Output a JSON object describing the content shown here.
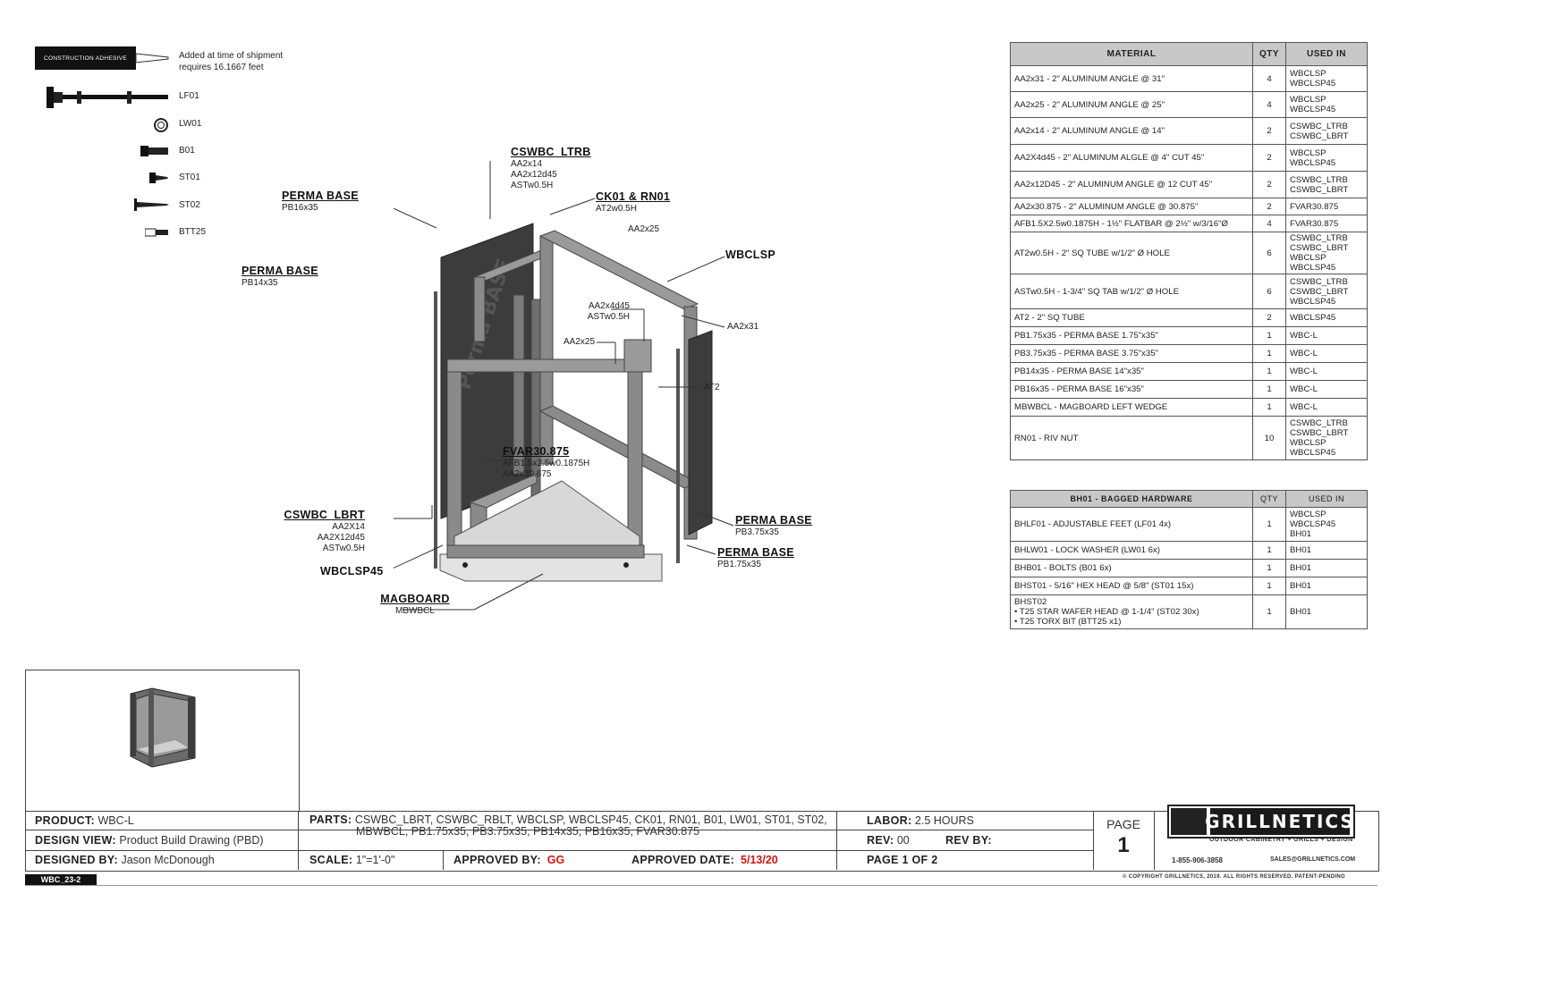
{
  "hardware_legend": {
    "adhesive_label": "CONSTRUCTION ADHESIVE",
    "adhesive_note_line1": "Added at time of shipment",
    "adhesive_note_line2": "requires 16.1667 feet",
    "items": [
      {
        "code": "LF01",
        "icon": "leveling-foot-icon"
      },
      {
        "code": "LW01",
        "icon": "lock-washer-icon"
      },
      {
        "code": "B01",
        "icon": "bolt-icon"
      },
      {
        "code": "ST01",
        "icon": "hex-screw-icon"
      },
      {
        "code": "ST02",
        "icon": "wafer-screw-icon"
      },
      {
        "code": "BTT25",
        "icon": "torx-bit-icon"
      }
    ]
  },
  "callouts": {
    "cswbc_ltrb": {
      "title": "CSWBC_LTRB",
      "subs": [
        "AA2x14",
        "AA2x12d45",
        "ASTw0.5H"
      ]
    },
    "ck01_rn01": {
      "title": "CK01 & RN01",
      "subs": [
        "AT2w0.5H"
      ]
    },
    "perma_base_16": {
      "title": "PERMA BASE",
      "subs": [
        "PB16x35"
      ]
    },
    "perma_base_14": {
      "title": "PERMA BASE",
      "subs": [
        "PB14x35"
      ]
    },
    "wbclsp": {
      "title": "WBCLSP"
    },
    "aa2x25_top": "AA2x25",
    "aa2x4d45": "AA2x4d45",
    "astw05h": "ASTw0.5H",
    "aa2x25_mid": "AA2x25",
    "aa2x31": "AA2x31",
    "at2": "AT2",
    "fvar": {
      "title": "FVAR30.875",
      "subs": [
        "AFB1.5x2.5w0.1875H",
        "AA2x30.875"
      ]
    },
    "cswbc_lbrt": {
      "title": "CSWBC_LBRT",
      "subs": [
        "AA2X14",
        "AA2X12d45",
        "ASTw0.5H"
      ]
    },
    "wbclsp45": {
      "title": "WBCLSP45"
    },
    "magboard": {
      "title": "MAGBOARD",
      "subs": [
        "MBWBCL"
      ]
    },
    "perma_base_375": {
      "title": "PERMA BASE",
      "subs": [
        "PB3.75x35"
      ]
    },
    "perma_base_175": {
      "title": "PERMA BASE",
      "subs": [
        "PB1.75x35"
      ]
    },
    "perma_panel_text": "Perma BASE"
  },
  "material_table": {
    "headers": [
      "MATERIAL",
      "QTY",
      "USED IN"
    ],
    "rows": [
      {
        "material": "AA2x31 - 2\" ALUMINUM ANGLE @ 31\"",
        "qty": "4",
        "used_in": [
          "WBCLSP",
          "WBCLSP45"
        ]
      },
      {
        "material": "AA2x25 - 2\" ALUMINUM ANGLE @ 25\"",
        "qty": "4",
        "used_in": [
          "WBCLSP",
          "WBCLSP45"
        ]
      },
      {
        "material": "AA2x14 - 2\" ALUMINUM ANGLE @ 14\"",
        "qty": "2",
        "used_in": [
          "CSWBC_LTRB",
          "CSWBC_LBRT"
        ]
      },
      {
        "material": "AA2X4d45 - 2\" ALUMINUM ALGLE @ 4\" CUT 45\"",
        "qty": "2",
        "used_in": [
          "WBCLSP",
          "WBCLSP45"
        ]
      },
      {
        "material": "AA2x12D45 - 2\" ALUMINUM ANGLE @ 12 CUT 45\"",
        "qty": "2",
        "used_in": [
          "CSWBC_LTRB",
          "CSWBC_LBRT"
        ]
      },
      {
        "material": "AA2x30.875 - 2\" ALUMINUM ANGLE @ 30.875\"",
        "qty": "2",
        "used_in": [
          "FVAR30.875"
        ]
      },
      {
        "material": "AFB1.5X2.5w0.1875H - 1½\" FLATBAR @ 2½\" w/3/16\"Ø",
        "qty": "4",
        "used_in": [
          "FVAR30.875"
        ]
      },
      {
        "material": "AT2w0.5H - 2\" SQ TUBE w/1/2\" Ø HOLE",
        "qty": "6",
        "used_in": [
          "CSWBC_LTRB",
          "CSWBC_LBRT",
          "WBCLSP",
          "WBCLSP45"
        ]
      },
      {
        "material": "ASTw0.5H - 1-3/4\" SQ TAB w/1/2\" Ø HOLE",
        "qty": "6",
        "used_in": [
          "CSWBC_LTRB",
          "CSWBC_LBRT",
          "WBCLSP45"
        ]
      },
      {
        "material": "AT2 - 2\" SQ TUBE",
        "qty": "2",
        "used_in": [
          "WBCLSP45"
        ]
      },
      {
        "material": "PB1.75x35 - PERMA BASE 1.75\"x35\"",
        "qty": "1",
        "used_in": [
          "WBC-L"
        ]
      },
      {
        "material": "PB3.75x35 - PERMA BASE 3.75\"x35\"",
        "qty": "1",
        "used_in": [
          "WBC-L"
        ]
      },
      {
        "material": "PB14x35 - PERMA BASE 14\"x35\"",
        "qty": "1",
        "used_in": [
          "WBC-L"
        ]
      },
      {
        "material": "PB16x35 - PERMA BASE 16\"x35\"",
        "qty": "1",
        "used_in": [
          "WBC-L"
        ]
      },
      {
        "material": "MBWBCL - MAGBOARD LEFT WEDGE",
        "qty": "1",
        "used_in": [
          "WBC-L"
        ]
      },
      {
        "material": "RN01 - RIV NUT",
        "qty": "10",
        "used_in": [
          "CSWBC_LTRB",
          "CSWBC_LBRT",
          "WBCLSP",
          "WBCLSP45"
        ]
      }
    ]
  },
  "hardware_table": {
    "headers": [
      "BH01 - BAGGED HARDWARE",
      "QTY",
      "USED IN"
    ],
    "rows": [
      {
        "material": [
          "BHLF01 - ADJUSTABLE FEET (LF01 4x)"
        ],
        "qty": "1",
        "used_in": [
          "WBCLSP",
          "WBCLSP45",
          "BH01"
        ]
      },
      {
        "material": [
          "BHLW01 - LOCK WASHER (LW01 6x)"
        ],
        "qty": "1",
        "used_in": [
          "BH01"
        ]
      },
      {
        "material": [
          "BHB01 - BOLTS (B01 6x)"
        ],
        "qty": "1",
        "used_in": [
          "BH01"
        ]
      },
      {
        "material": [
          "BHST01 - 5/16\" HEX HEAD @ 5/8\" (ST01 15x)"
        ],
        "qty": "1",
        "used_in": [
          "BH01"
        ]
      },
      {
        "material": [
          "BHST02",
          "• T25 STAR WAFER HEAD @ 1-1/4\" (ST02 30x)",
          "• T25 TORX BIT (BTT25 x1)"
        ],
        "qty": "1",
        "used_in": [
          "BH01"
        ]
      }
    ]
  },
  "title_block": {
    "product_label": "PRODUCT:",
    "product_value": "WBC-L",
    "design_view_label": "DESIGN VIEW:",
    "design_view_value": "Product Build Drawing (PBD)",
    "designed_by_label": "DESIGNED BY:",
    "designed_by_value": "Jason McDonough",
    "parts_label": "PARTS:",
    "parts_line1": "CSWBC_LBRT, CSWBC_RBLT, WBCLSP, WBCLSP45, CK01, RN01, B01, LW01, ST01, ST02,",
    "parts_line2": "MBWBCL, PB1.75x35, PB3.75x35, PB14x35, PB16x35, FVAR30.875",
    "scale_label": "SCALE:",
    "scale_value": "1\"=1'-0\"",
    "approved_by_label": "APPROVED BY:",
    "approved_by_value": "GG",
    "approved_date_label": "APPROVED DATE:",
    "approved_date_value": "5/13/20",
    "labor_label": "LABOR:",
    "labor_value": "2.5 HOURS",
    "rev_label": "REV:",
    "rev_value": "00",
    "rev_by_label": "REV  BY:",
    "page_of": "PAGE 1 OF 2",
    "page_label": "PAGE",
    "page_number": "1",
    "brand_name": "GRILLNETICS",
    "brand_tagline": "OUTDOOR CABINETRY + GRILLS + DESIGN",
    "phone": "1-855-906-3858",
    "email": "SALES@GRILLNETICS.COM",
    "copyright": "© COPYRIGHT GRILLNETICS, 2019. ALL RIGHTS RESERVED. PATENT-PENDING",
    "drawing_tag": "WBC_23-2"
  },
  "colors": {
    "frame_gray": "#8a8a8a",
    "panel_dark": "#3c3c3c",
    "header_gray": "#c8c8c8",
    "approval_red": "#d21515"
  }
}
